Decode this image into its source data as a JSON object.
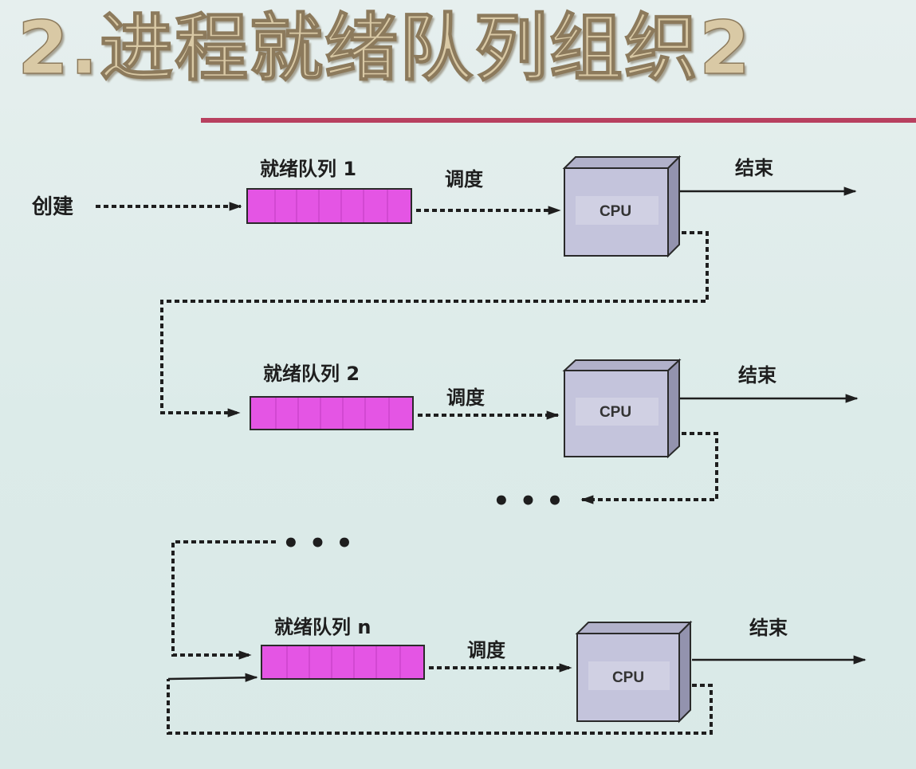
{
  "title": "2.进程就绪队列组织2",
  "create_label": "创建",
  "rows": [
    {
      "queue_label": "就绪队列 1",
      "dispatch_label": "调度",
      "cpu_label": "CPU",
      "end_label": "结束"
    },
    {
      "queue_label": "就绪队列 2",
      "dispatch_label": "调度",
      "cpu_label": "CPU",
      "end_label": "结束"
    },
    {
      "queue_label": "就绪队列 n",
      "dispatch_label": "调度",
      "cpu_label": "CPU",
      "end_label": "结束"
    }
  ],
  "ellipsis": "• • •",
  "colors": {
    "queue_fill": "#e455e4",
    "cpu_front": "#c4c4dc",
    "cpu_side": "#9393ae",
    "cpu_top": "#b1b1ca",
    "title_rule": "#b8405f",
    "line": "#1e1e1e"
  }
}
